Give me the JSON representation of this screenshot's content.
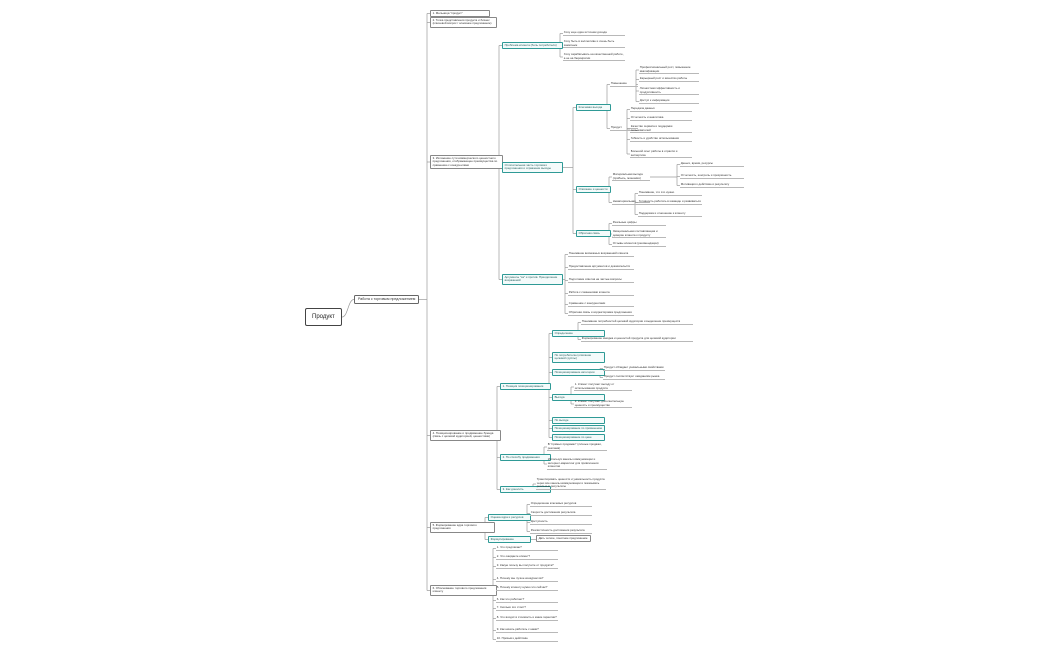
{
  "root": {
    "label": "Продукт"
  },
  "branch": {
    "label": "Работа с торговым предложением"
  },
  "sections": [
    {
      "label": "1. Мельница \"продукт\""
    },
    {
      "label": "2. Точка представления продукта и бизнес (ключевой вопрос / основное предложение)"
    },
    {
      "label": "3. Изложение сути коммерческого ценностного предложения, отображающее преимущества по сравнению с конкурентами",
      "children": [
        {
          "label": "Проблема клиента (боль потребителя)",
          "children": [
            {
              "label": "Хочу еще один источник дохода"
            },
            {
              "label": "Хочу быть в коллективе и очень быть заметным"
            },
            {
              "label": "Хочу зарабатывать на качественной работе, а не на бюрократии"
            }
          ]
        },
        {
          "label": "Отличительная часть торгового предложения и отражение выгоды",
          "children": [
            {
              "label": "Ключевая выгода",
              "children": [
                {
                  "label": "Повышение",
                  "children": [
                    {
                      "label": "Профессиональный рост, повышение квалификации"
                    },
                    {
                      "label": "Карьерный рост и качество работы"
                    },
                    {
                      "label": "Личностная эффективность и продуктивность"
                    },
                    {
                      "label": "Доступ к информации"
                    }
                  ]
                },
                {
                  "label": "Продукт",
                  "children": [
                    {
                      "label": "Передача данных"
                    },
                    {
                      "label": "Отчетность и аналитика"
                    },
                    {
                      "label": "Качество сервиса и поддержки пользователей"
                    },
                    {
                      "label": "Гибкость и удобство использования"
                    },
                    {
                      "label": "Большой опыт работы в отрасли и экспертиза"
                    }
                  ]
                }
              ]
            },
            {
              "label": "Описание и ценности",
              "children": [
                {
                  "label": "Материальная выгода (прибыль, экономия)",
                  "children": [
                    {
                      "label": "Деньги, время, ресурсы"
                    },
                    {
                      "label": "Отчетность, контроль и прозрачность"
                    },
                    {
                      "label": "Мотивация к действию и результату"
                    }
                  ]
                },
                {
                  "label": "Нематериальная",
                  "children": [
                    {
                      "label": "Понимание, что это нужно"
                    },
                    {
                      "label": "Готовность работать в команде и развиваться"
                    },
                    {
                      "label": "Поддержка и отношение к клиенту"
                    }
                  ]
                }
              ]
            },
            {
              "label": "Обратная связь",
              "children": [
                {
                  "label": "Реальные цифры"
                },
                {
                  "label": "Эмоциональная составляющая и доверие клиента к продукту"
                },
                {
                  "label": "Отзывы клиентов (рекомендации)"
                }
              ]
            }
          ]
        },
        {
          "label": "Аргументы \"за\" и против. Преодоление возражений",
          "children": [
            {
              "label": "Понимание возможных возражений клиента"
            },
            {
              "label": "Предоставление аргументов и доказательств"
            },
            {
              "label": "Подготовка ответов на частые вопросы"
            },
            {
              "label": "Работа с сомнениями клиента"
            },
            {
              "label": "Сравнение с конкурентами"
            },
            {
              "label": "Обратная связь и корректировка предложения"
            }
          ]
        }
      ]
    },
    {
      "label": "4. Позиционирование и продвижение бренда (связь с целевой аудиторией, ценностями)",
      "children": [
        {
          "label": "1. Позиция позиционирования",
          "children": [
            {
              "label": "Определение",
              "children": [
                {
                  "label": "Понимание потребностей целевой аудитории и выделение преимуществ"
                },
                {
                  "label": "Формирование имиджа и ценностей продукта для целевой аудитории"
                }
              ]
            },
            {
              "label": "По потребителю (описание целевой группы)"
            },
            {
              "label": "Позиционирование категории",
              "children": [
                {
                  "label": "Продукт обладает уникальными свойствами"
                },
                {
                  "label": "Продукт соответствует ожиданиям рынка"
                }
              ]
            },
            {
              "label": "Выгода",
              "children": [
                {
                  "label": "1. Клиент получает выгоду от использования продукта"
                },
                {
                  "label": "2. Клиент получает дополнительную ценность и преимущество"
                }
              ]
            },
            {
              "label": "По выгоде"
            },
            {
              "label": "Позиционирование по применению"
            },
            {
              "label": "Позиционирование по цене"
            }
          ]
        },
        {
          "label": "2. По способу продвижения",
          "children": [
            {
              "label": "В \"прямых продажах\" (личные продажи, реклама)"
            },
            {
              "label": "Используя каналы коммуникации и интернет-маркетинг для привлечения клиентов"
            }
          ]
        },
        {
          "label": "3. Как доносить",
          "children": [
            {
              "label": "Транслировать ценности и уникальность продукта через все каналы коммуникации и показывать реальные результаты"
            }
          ]
        }
      ]
    },
    {
      "label": "5. Формирование ядра торгового предложения",
      "children": [
        {
          "label": "Оценка ядра и ресурсов",
          "children": [
            {
              "label": "Определение ключевых ресурсов"
            },
            {
              "label": "Скорость достижения результата"
            },
            {
              "label": "Доступность"
            },
            {
              "label": "Реалистичность достижения результата"
            }
          ]
        },
        {
          "label": "Формулирование"
        }
      ]
    },
    {
      "label": "6. Обоснование торгового предложения клиенту",
      "children": [
        {
          "label": "1. Что предлагаю?"
        },
        {
          "label": "2. Что ожидаете клиент?"
        },
        {
          "label": "3. Какую пользу вы получите от продукта?"
        },
        {
          "label": "4. Почему мы лучше конкурентов?"
        },
        {
          "label": "5. Почему клиенту нужно это сейчас?"
        },
        {
          "label": "6. Как это работает?"
        },
        {
          "label": "7. Сколько это стоит?"
        },
        {
          "label": "8. Что входит в стоимость и какие гарантии?"
        },
        {
          "label": "9. Как начать работать с нами?"
        },
        {
          "label": "10. Призыв к действию"
        }
      ]
    }
  ],
  "extra": {
    "label": "Дать четкое, понятное предложение"
  }
}
